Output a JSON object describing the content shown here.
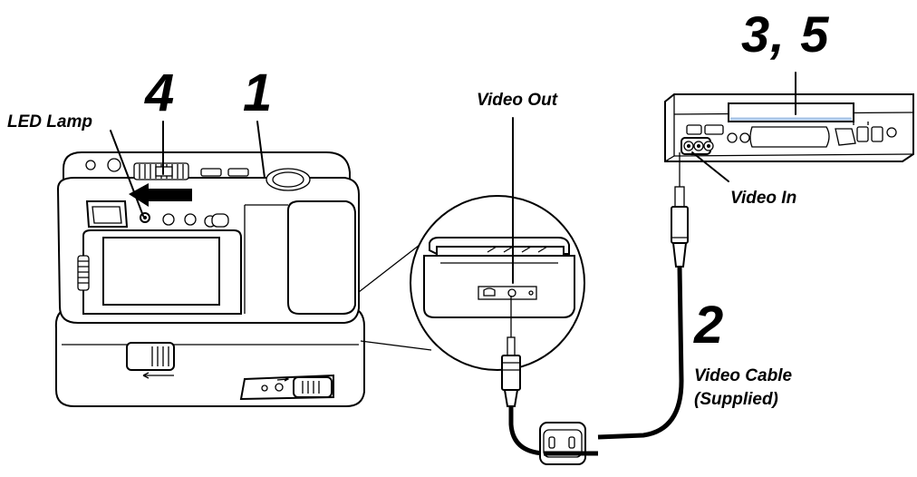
{
  "labels": {
    "led_lamp": "LED Lamp",
    "video_out": "Video Out",
    "video_in": "Video In",
    "video_cable_line1": "Video Cable",
    "video_cable_line2": "(Supplied)"
  },
  "steps": {
    "step_4": "4",
    "step_1": "1",
    "step_3_5": "3, 5",
    "step_2": "2"
  },
  "colors": {
    "ink": "#000000",
    "paper": "#ffffff",
    "vcr_slot_highlight": "#a9c6e8"
  },
  "icons": {
    "slide_arrow": "arrow-left-icon",
    "video_jack": "video-jack-icon",
    "av_plug": "rca-plug-icon"
  }
}
